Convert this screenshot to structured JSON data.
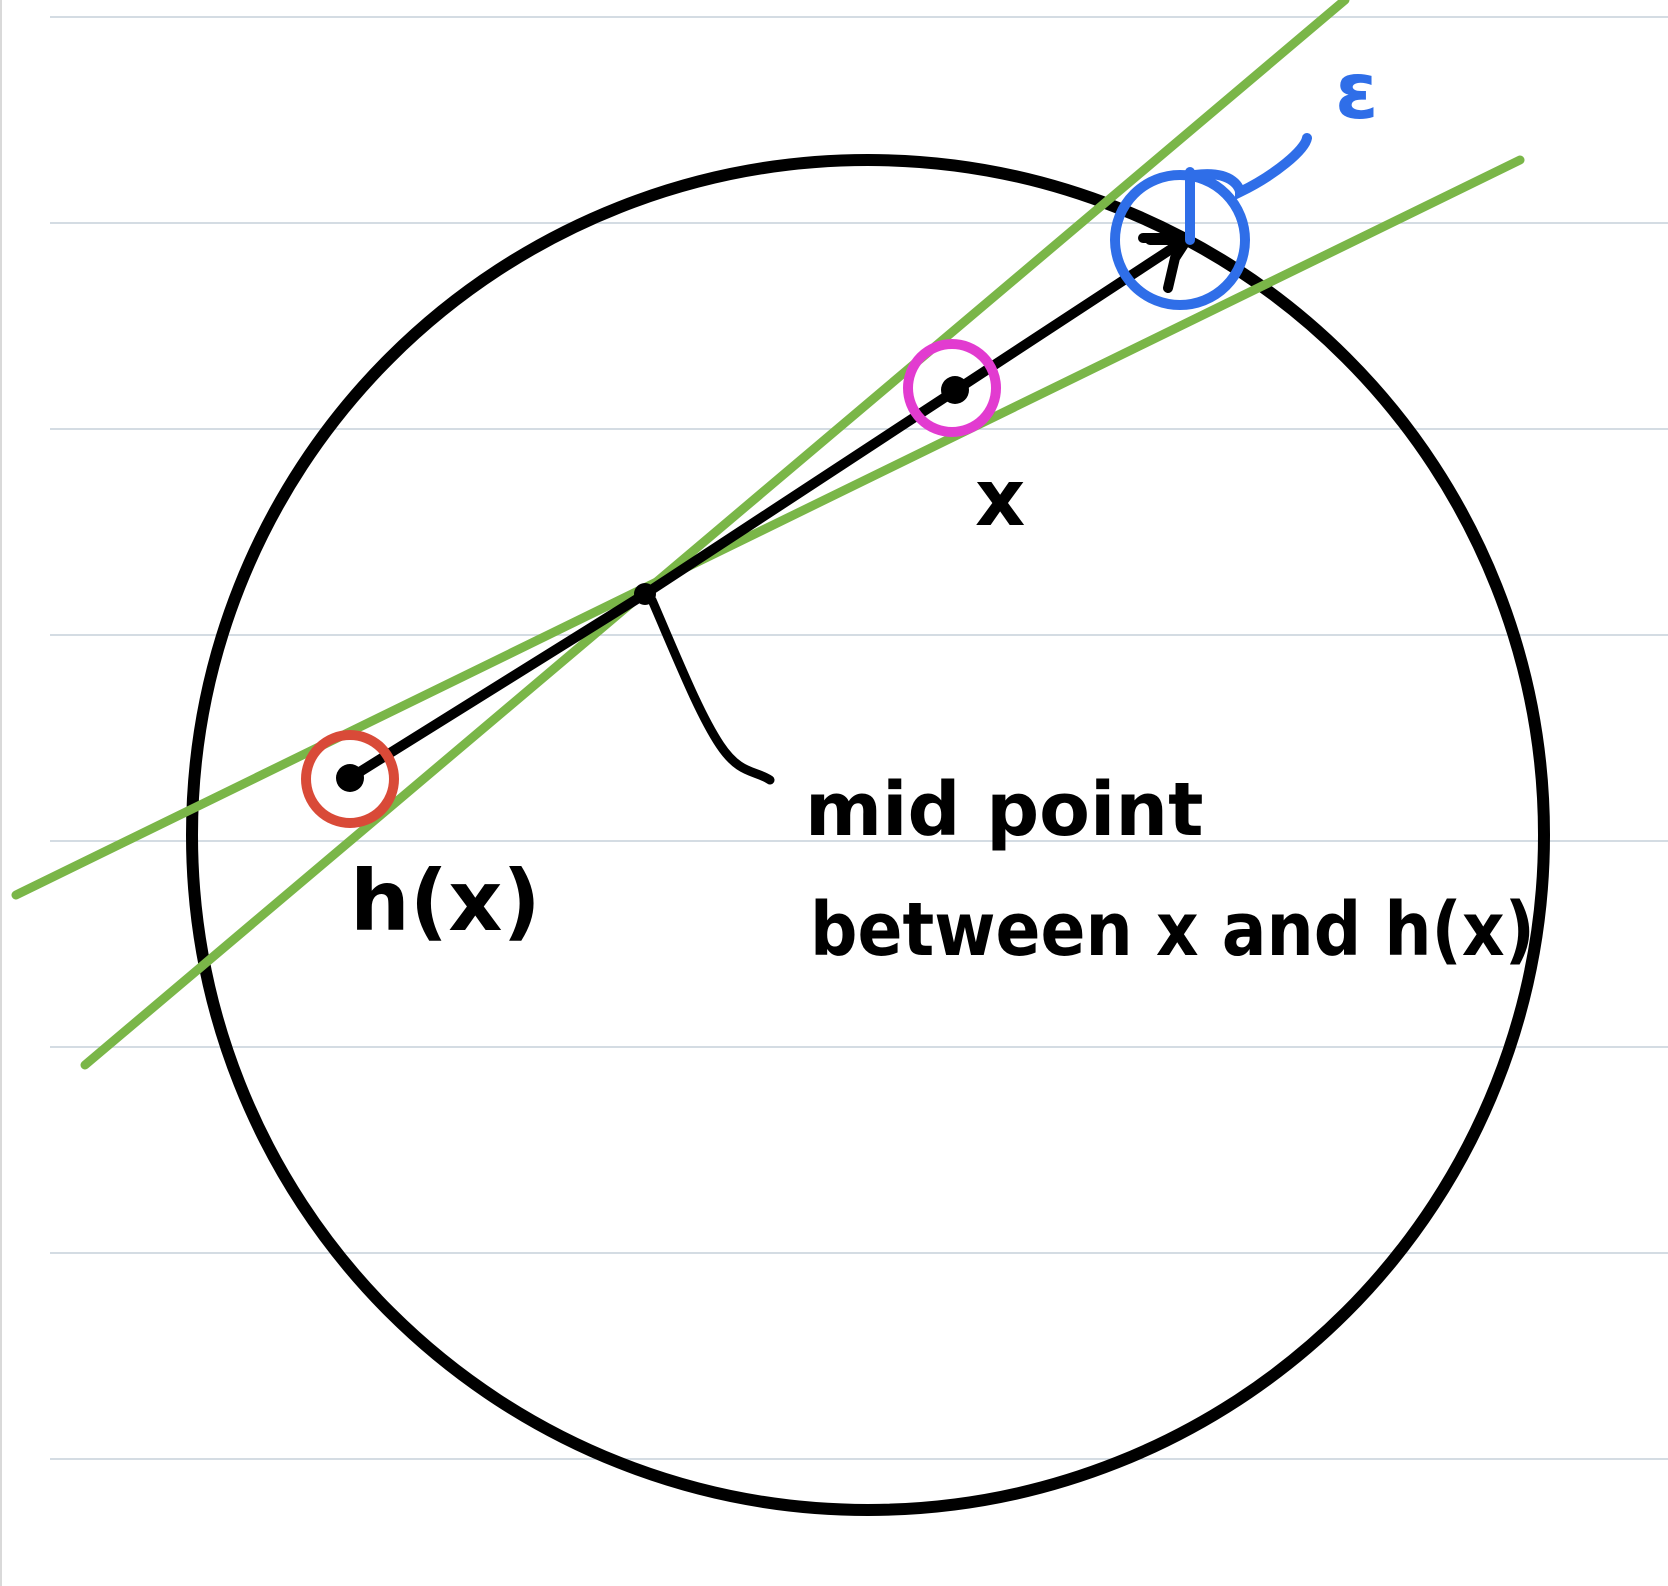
{
  "colors": {
    "ink": "#000000",
    "ruled_line": "#c5d0da",
    "green_line": "#7ab648",
    "blue_mark": "#2f6ee8",
    "magenta_mark": "#e23bd0",
    "red_mark": "#d94a38",
    "page_edge": "#d9d9d9"
  },
  "labels": {
    "x": "x",
    "hx": "h(x)",
    "midpoint_line1": "mid point",
    "midpoint_line2": "between x and h(x)",
    "epsilon": "ε"
  },
  "icons": {
    "x_marker": "circle-marker",
    "hx_marker": "circle-marker",
    "epsilon_ball": "circle-outline",
    "midpoint": "dot"
  }
}
